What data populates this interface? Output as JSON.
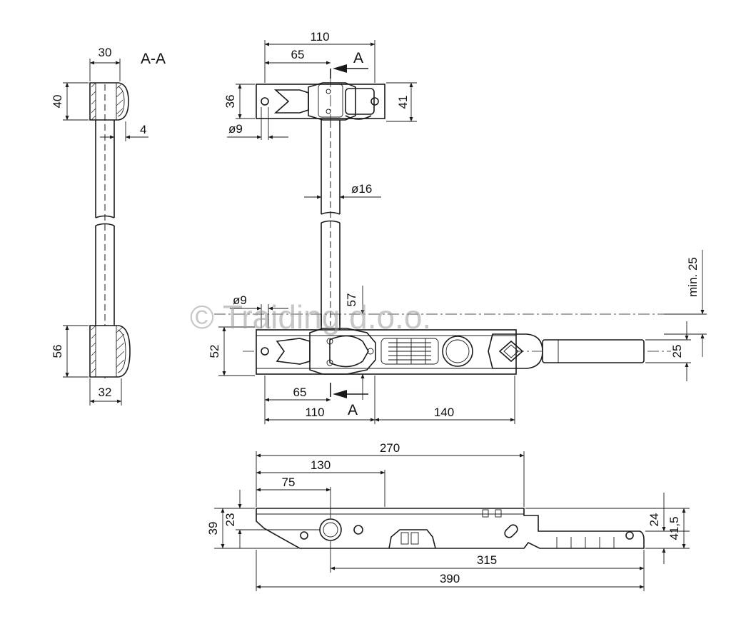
{
  "watermark": "© Traiding d.o.o.",
  "section": {
    "label": "A-A",
    "width_top": "30",
    "height_top": "40",
    "gap": "4",
    "height_bottom": "56",
    "width_bottom": "32"
  },
  "top_view": {
    "overall": "110",
    "to_axis": "65",
    "section_mark": "A",
    "height_left": "36",
    "height_right": "41",
    "hole": "ø9",
    "rod": "ø16"
  },
  "front_view": {
    "hole": "ø9",
    "offset": "57",
    "min_clearance": "min. 25",
    "height": "52",
    "handle": "25",
    "to_axis": "65",
    "base": "110",
    "extension": "140",
    "section_mark": "A"
  },
  "side_view": {
    "len_270": "270",
    "len_130": "130",
    "len_75": "75",
    "h_39": "39",
    "h_23": "23",
    "h_24": "24",
    "h_41_5": "41,5",
    "len_315": "315",
    "len_390": "390"
  }
}
